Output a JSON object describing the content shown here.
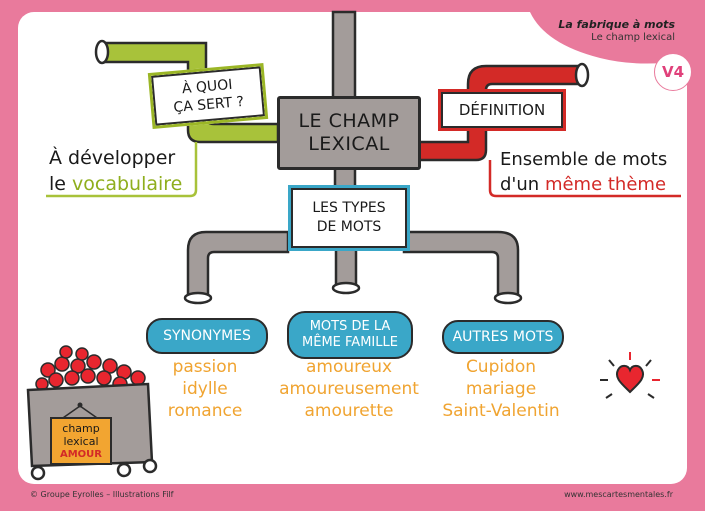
{
  "header": {
    "series_title": "La fabrique à mots",
    "subtitle": "Le champ lexical",
    "badge": "V4"
  },
  "center": {
    "line1": "LE CHAMP",
    "line2": "LEXICAL"
  },
  "purpose": {
    "question_line1": "À QUOI",
    "question_line2": "ÇA SERT ?",
    "answer_line1": "À développer",
    "answer_prefix": "le",
    "answer_highlight": "vocabulaire"
  },
  "definition": {
    "label": "DÉFINITION",
    "text_line1": "Ensemble de mots",
    "text_prefix": "d'un",
    "text_highlight": "même thème"
  },
  "types": {
    "line1": "LES TYPES",
    "line2": "DE MOTS"
  },
  "categories": [
    {
      "label": "SYNONYMES",
      "words": [
        "passion",
        "idylle",
        "romance"
      ]
    },
    {
      "label_line1": "MOTS DE LA",
      "label_line2": "MÊME FAMILLE",
      "words": [
        "amoureux",
        "amoureusement",
        "amourette"
      ]
    },
    {
      "label": "AUTRES MOTS",
      "words": [
        "Cupidon",
        "mariage",
        "Saint-Valentin"
      ]
    }
  ],
  "cart": {
    "line1": "champ",
    "line2": "lexical",
    "line3": "AMOUR"
  },
  "footer": {
    "left": "© Groupe Eyrolles – Illustrations Filf",
    "right": "www.mescartesmentales.fr"
  },
  "colors": {
    "border_pink": "#e97a9c",
    "green": "#9bb626",
    "red": "#d32a27",
    "blue": "#3aa7c8",
    "grey": "#a39c9a",
    "orange": "#f0a431"
  },
  "icons": [
    "heart-icon",
    "cart-icon"
  ]
}
